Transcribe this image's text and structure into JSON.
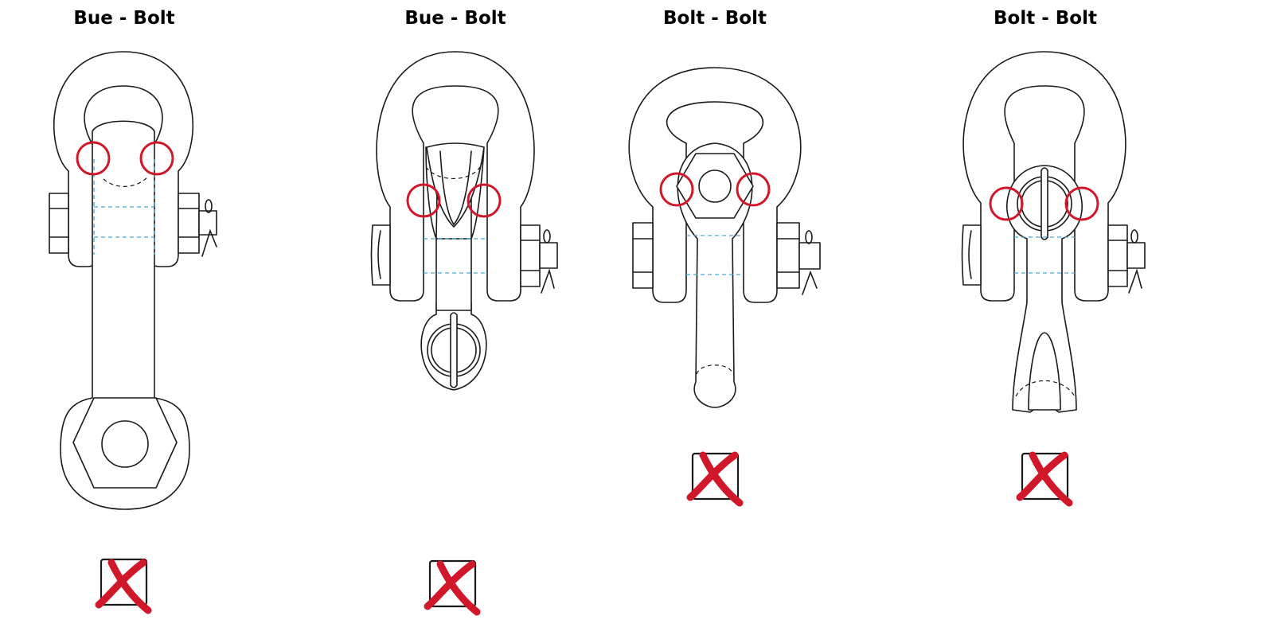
{
  "colors": {
    "highlight": "#d0182a",
    "hidden_line": "#4aa8d8",
    "outline": "#1a1a1a"
  },
  "items": [
    {
      "title": "Bue - Bolt",
      "status": "incorrect"
    },
    {
      "title": "Bue - Bolt",
      "status": "incorrect"
    },
    {
      "title": "Bolt - Bolt",
      "status": "incorrect"
    },
    {
      "title": "Bolt - Bolt",
      "status": "incorrect"
    }
  ]
}
